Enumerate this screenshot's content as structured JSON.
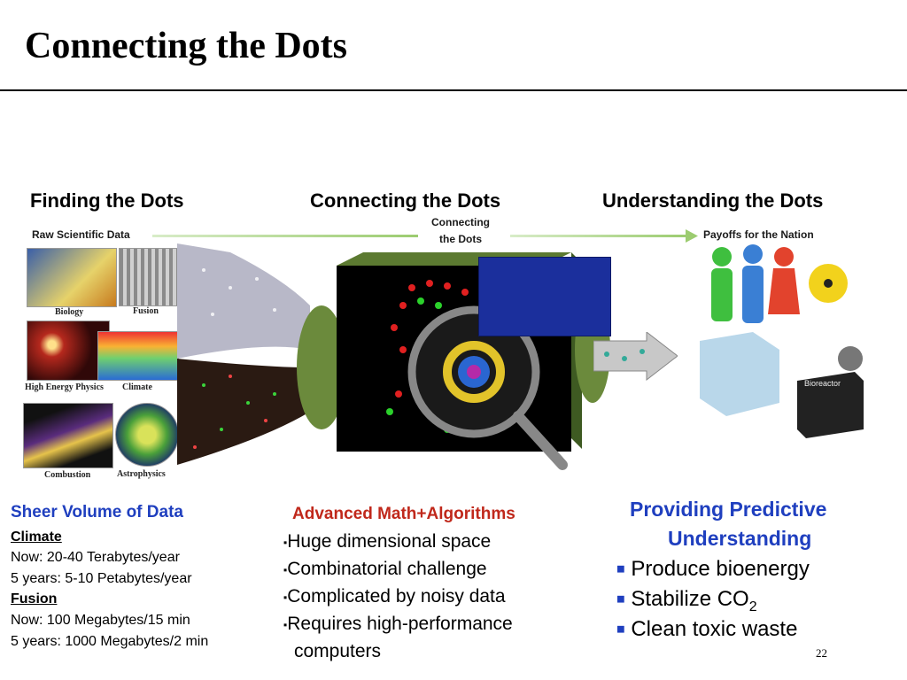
{
  "slide": {
    "title": "Connecting the Dots",
    "page_number": "22"
  },
  "stages": {
    "finding": "Finding the Dots",
    "connecting": "Connecting the Dots",
    "understanding": "Understanding the Dots"
  },
  "diagram": {
    "raw_data_label": "Raw Scientific Data",
    "connecting_label_1": "Connecting",
    "connecting_label_2": "the Dots",
    "payoffs_label": "Payoffs for the Nation",
    "bioreactor_label": "Bioreactor",
    "thumbnails": [
      "Biology",
      "Fusion",
      "High Energy Physics",
      "Climate",
      "Combustion",
      "Astrophysics"
    ]
  },
  "left_column": {
    "title": "Sheer Volume of Data",
    "climate_heading": "Climate",
    "climate_now": "Now: 20-40 Terabytes/year",
    "climate_future": "5 years: 5-10 Petabytes/year",
    "fusion_heading": "Fusion",
    "fusion_now": "Now: 100 Megabytes/15 min",
    "fusion_future": "5 years: 1000 Megabytes/2 min"
  },
  "middle_column": {
    "title": "Advanced Math+Algorithms",
    "bullets": [
      "Huge dimensional space",
      "Combinatorial challenge",
      "Complicated by noisy data",
      "Requires high-performance",
      "computers"
    ]
  },
  "right_column": {
    "title_1": "Providing Predictive",
    "title_2": "Understanding",
    "bullet_1": "Produce bioenergy",
    "bullet_2_main": "Stabilize CO",
    "bullet_2_sub": "2",
    "bullet_3": "Clean toxic waste"
  },
  "colors": {
    "blue_heading": "#1f3fbf",
    "red_heading": "#c0281b"
  }
}
